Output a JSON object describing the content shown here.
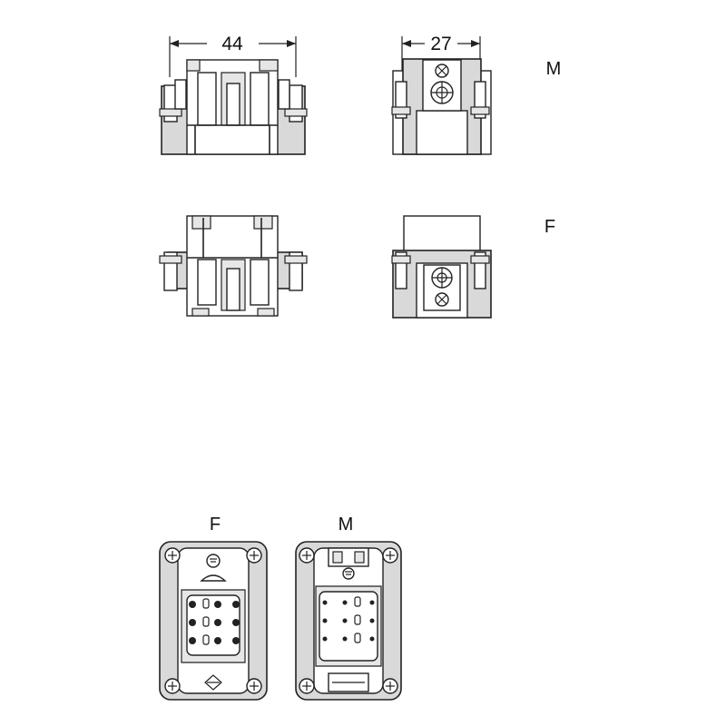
{
  "dimensions": {
    "width_label": "44",
    "depth_label": "27"
  },
  "views": {
    "male_label": "M",
    "female_label": "F",
    "face_female_label": "F",
    "face_male_label": "M"
  },
  "colors": {
    "line": "#222222",
    "body_fill": "#d9d9d9",
    "background": "#ffffff"
  }
}
